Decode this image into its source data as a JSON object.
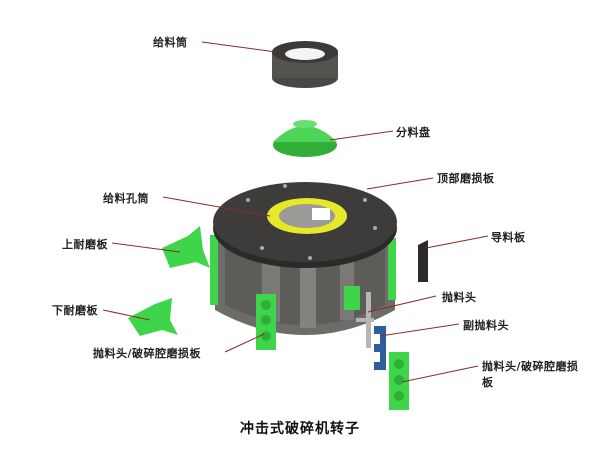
{
  "diagram": {
    "title": "冲击式破碎机转子",
    "labels": {
      "feed_tube": "给料筒",
      "distributor_plate": "分料盘",
      "top_wear_plate": "顶部磨损板",
      "feed_hole_tube": "给料孔筒",
      "upper_wear_plate": "上耐磨板",
      "guide_plate": "导料板",
      "lower_wear_plate": "下耐磨板",
      "throw_head": "抛料头",
      "throw_head_cavity_wear_plate_left": "抛料头/破碎腔磨损板",
      "secondary_throw_head": "副抛料头",
      "throw_head_cavity_wear_plate_right_line1": "抛料头/破碎腔磨损",
      "throw_head_cavity_wear_plate_right_line2": "板"
    },
    "colors": {
      "wear_part_green": "#3fd54a",
      "feed_ring_yellow": "#e8e82a",
      "rotor_dark": "#3c3a38",
      "rotor_body": "#6e6c69",
      "secondary_head_blue": "#2f5f9a",
      "leader_line": "#8a2a2a"
    }
  }
}
